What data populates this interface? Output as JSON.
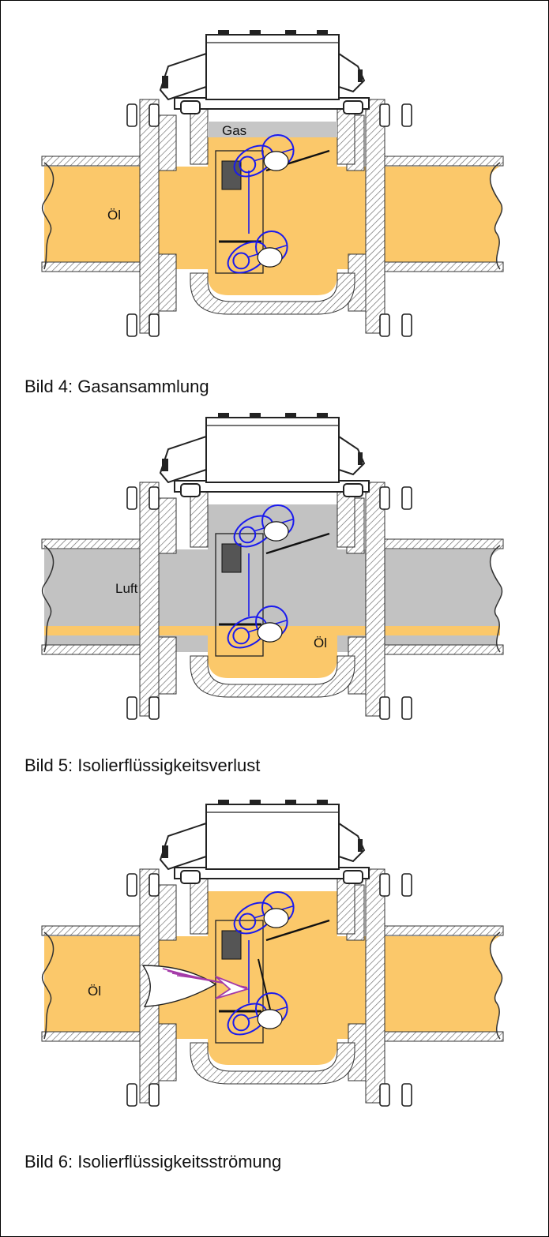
{
  "colors": {
    "oil": "#fbc86a",
    "air": "#c2c2c2",
    "gas": "#c6c6c6",
    "steel_hatch": "#666666",
    "float": "#1a1aee",
    "flow_arrow": "#a43aa8"
  },
  "figures": [
    {
      "id": "fig4",
      "state": "gas_accumulation",
      "pipe_fill": "oil",
      "gas_cap": true,
      "top_float_level": "lowered",
      "labels": {
        "pipe": "Öl",
        "gas": "Gas"
      },
      "caption": "Bild 4: Gasansammlung"
    },
    {
      "id": "fig5",
      "state": "liquid_loss",
      "pipe_fill": "air",
      "oil_film": true,
      "labels": {
        "pipe": "Luft",
        "sump": "Öl"
      },
      "caption": "Bild 5: Isolierflüssigkeitsverlust"
    },
    {
      "id": "fig6",
      "state": "liquid_flow",
      "pipe_fill": "oil",
      "flow_arrow": true,
      "labels": {
        "pipe": "Öl"
      },
      "caption": "Bild 6: Isolierflüssigkeitsströmung"
    }
  ]
}
